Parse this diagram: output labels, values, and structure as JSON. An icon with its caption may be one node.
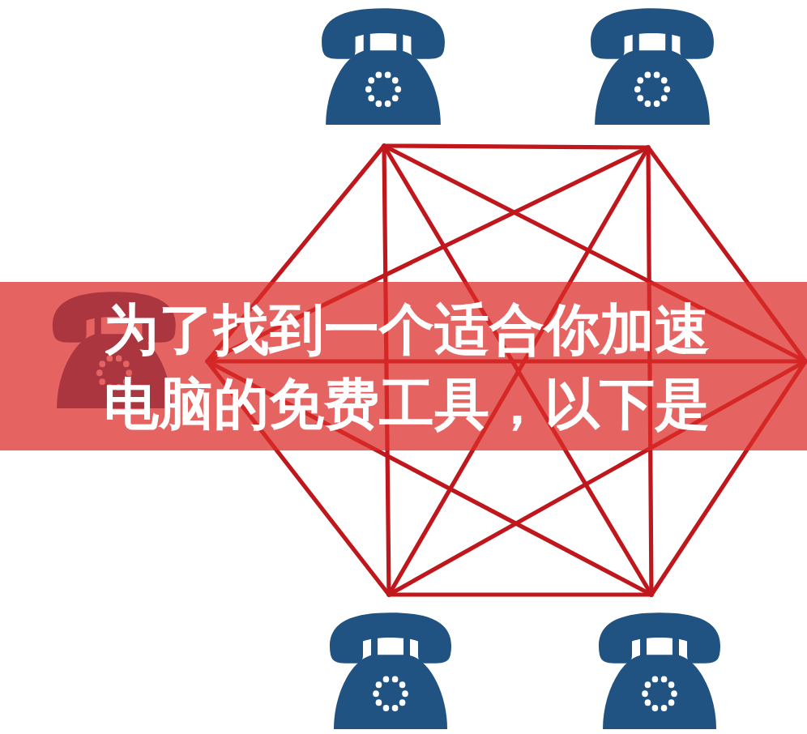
{
  "diagram": {
    "title": "为了找到一个适合你加速电脑的免费工具，以下是",
    "nodes": [
      {
        "text": [],
        "shape": "picture"
      },
      {
        "text": [],
        "shape": "picture"
      },
      {
        "text": [],
        "shape": "picture"
      },
      {
        "text": [],
        "shape": "picture"
      },
      {
        "text": [],
        "shape": "picture"
      }
    ],
    "edges": [
      {
        "from": 0,
        "to": 1,
        "arrow": "none"
      },
      {
        "from": 0,
        "to": 2,
        "arrow": "none"
      },
      {
        "from": 0,
        "to": 3,
        "arrow": "none"
      },
      {
        "from": 0,
        "to": 4,
        "arrow": "none"
      },
      {
        "from": 0,
        "to": null,
        "arrow": "none"
      },
      {
        "from": 1,
        "to": 2,
        "arrow": "none"
      },
      {
        "from": 1,
        "to": 3,
        "arrow": "none"
      },
      {
        "from": 1,
        "to": 4,
        "arrow": "none"
      },
      {
        "from": 1,
        "to": null,
        "arrow": "none"
      },
      {
        "from": 2,
        "to": 3,
        "arrow": "none"
      },
      {
        "from": 2,
        "to": 4,
        "arrow": "none"
      },
      {
        "from": 2,
        "to": null,
        "arrow": "none"
      },
      {
        "from": 3,
        "to": 4,
        "arrow": "none"
      },
      {
        "from": 3,
        "to": null,
        "arrow": "none"
      },
      {
        "from": 4,
        "to": null,
        "arrow": "none"
      }
    ]
  }
}
